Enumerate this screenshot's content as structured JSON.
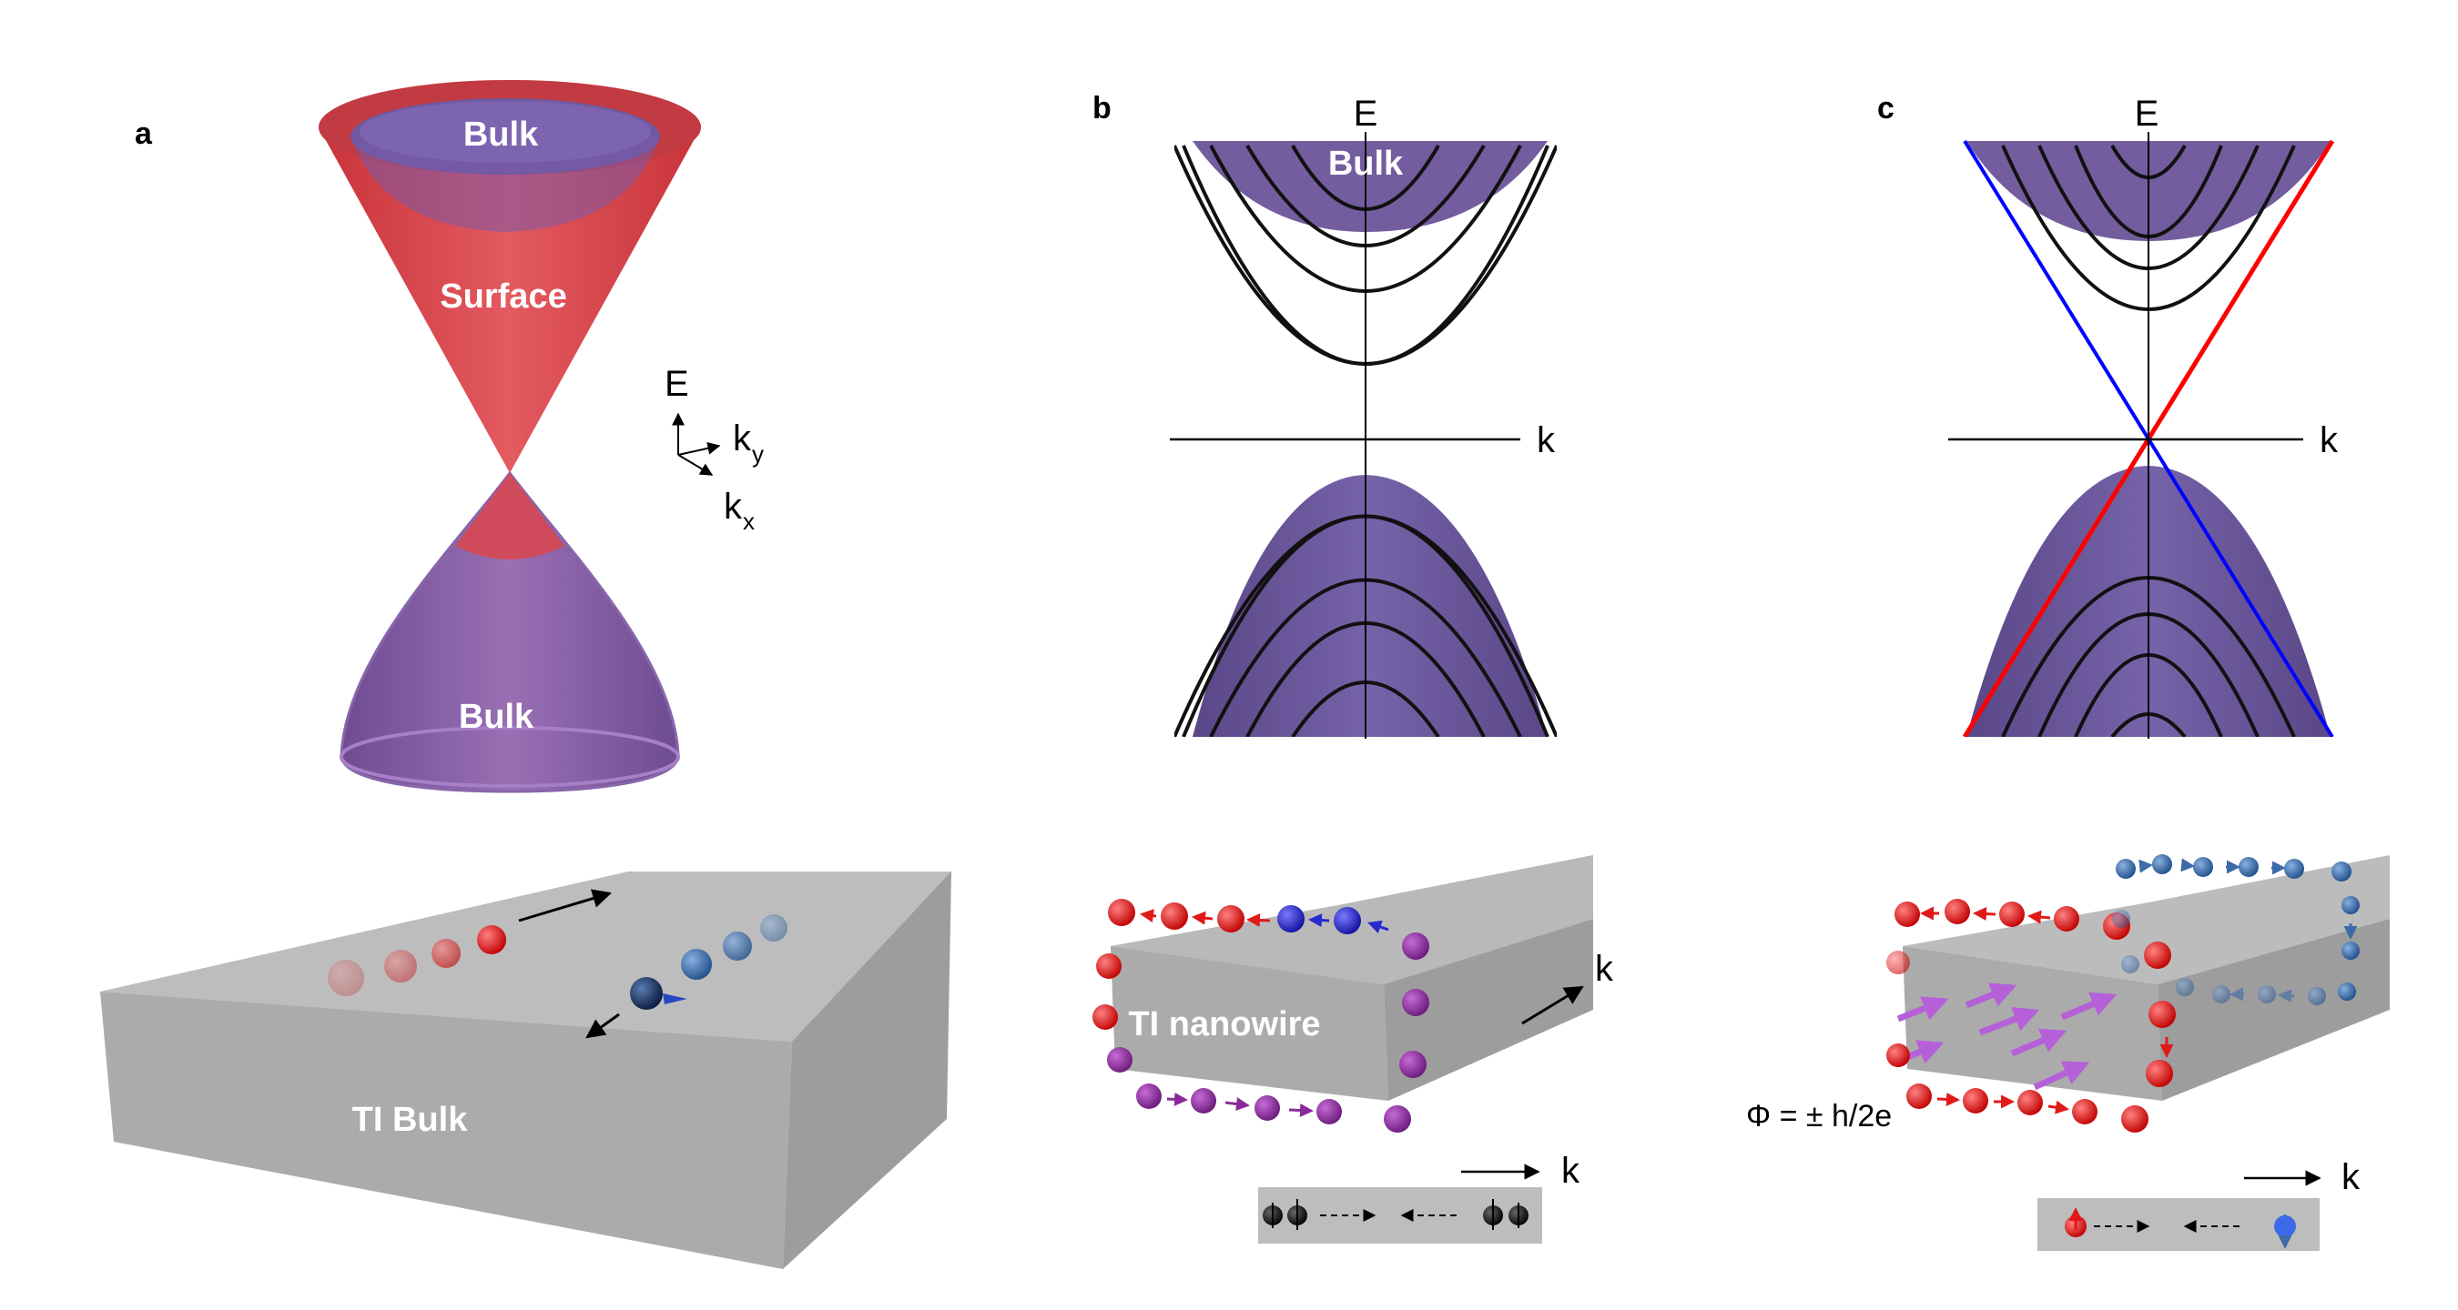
{
  "panels": {
    "a": {
      "label": "a",
      "bulk_top": "Bulk",
      "surface": "Surface",
      "bulk_bottom": "Bulk",
      "axis_e": "E",
      "axis_ky": "k",
      "axis_ky_sub": "y",
      "axis_kx": "k",
      "axis_kx_sub": "x",
      "slab_label": "TI Bulk"
    },
    "b": {
      "label": "b",
      "axis_e": "E",
      "axis_k": "k",
      "bulk": "Bulk",
      "wire_label": "TI nanowire",
      "wire_k": "k",
      "strip_k": "k"
    },
    "c": {
      "label": "c",
      "axis_e": "E",
      "axis_k": "k",
      "wire_k": "k",
      "flux": "Φ = ± h/2e"
    }
  },
  "colors": {
    "surface_cone": "#d9454c",
    "bulk": "#6b5499",
    "bulk_light": "#8b6aa9",
    "slab_top": "#b8b8b8",
    "slab_front": "#a9a9a9",
    "slab_side": "#9a9a9a",
    "spin_red": "#e01919",
    "spin_blue": "#2020cc",
    "spin_purple": "#8a2a9a",
    "spin_steel": "#3d6aa8",
    "flux_arrow": "#b560d8",
    "dirac_red": "#ff0000",
    "dirac_blue": "#0000ff"
  }
}
